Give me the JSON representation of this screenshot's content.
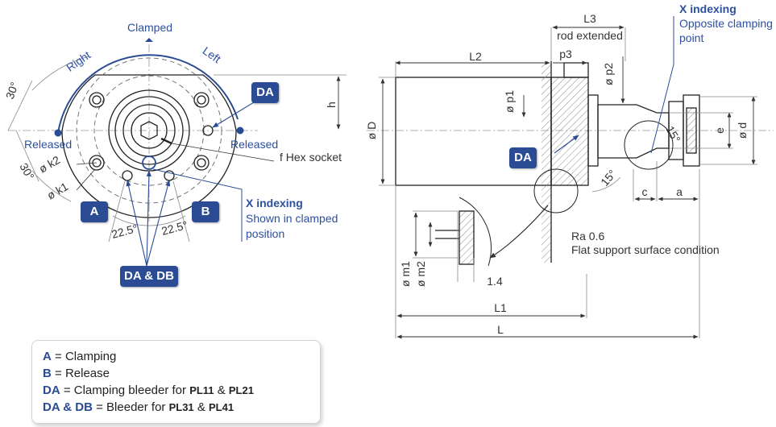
{
  "labels": {
    "clamped": "Clamped",
    "right": "Right",
    "left": "Left",
    "released_left": "Released",
    "released_right": "Released",
    "angle_30_top": "30°",
    "angle_30_bottom": "30°",
    "k2": "ø k2",
    "k1": "ø k1",
    "h": "h",
    "f_hex": "f  Hex socket",
    "x_indexing_left_title": "X indexing",
    "x_indexing_left_line1": "Shown in clamped",
    "x_indexing_left_line2": "position",
    "angle_225_left": "22.5°",
    "angle_225_right": "22.5°",
    "L3": "L3",
    "rod_extended": "rod extended",
    "L2": "L2",
    "p3": "p3",
    "p2": "ø p2",
    "p1": "ø p1",
    "D": "ø D",
    "x_indexing_right_title": "X indexing",
    "x_indexing_right_line1": "Opposite clamping",
    "x_indexing_right_line2": "point",
    "angle_15_a": "15°",
    "angle_15_b": "15°",
    "e": "e",
    "d": "ø d",
    "c": "c",
    "a": "a",
    "m1": "ø m1",
    "m2": "ø m2",
    "v14": "1.4",
    "ra": "Ra 0.6",
    "flat": "Flat support surface condition",
    "L1": "L1",
    "L": "L"
  },
  "badges": {
    "da_left": "DA",
    "a": "A",
    "b": "B",
    "da_db": "DA & DB",
    "da_right": "DA"
  },
  "legend": [
    {
      "key": "A",
      "text": " = Clamping",
      "m1": "",
      "mid": "",
      "m2": ""
    },
    {
      "key": "B",
      "text": " = Release",
      "m1": "",
      "mid": "",
      "m2": ""
    },
    {
      "key": "DA",
      "text": " = Clamping bleeder for ",
      "m1": "PL11",
      "mid": " & ",
      "m2": "PL21"
    },
    {
      "key": "DA & DB",
      "text": " = Bleeder for ",
      "m1": "PL31",
      "mid": " & ",
      "m2": "PL41"
    }
  ],
  "colors": {
    "accent": "#2b4c94",
    "line": "#222222"
  }
}
